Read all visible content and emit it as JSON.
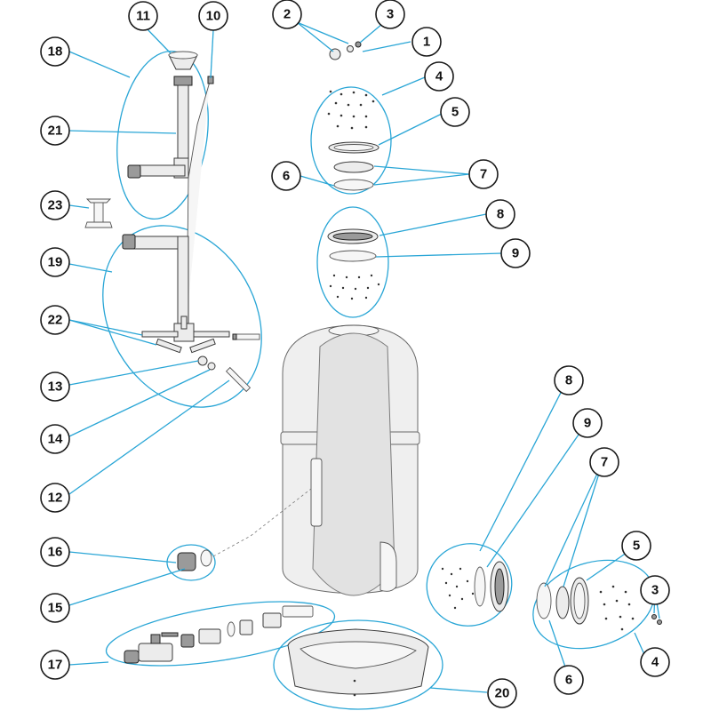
{
  "callouts": [
    "1",
    "2",
    "3",
    "4",
    "5",
    "6",
    "7",
    "8",
    "9",
    "10",
    "11",
    "12",
    "13",
    "14",
    "15",
    "16",
    "17",
    "18",
    "19",
    "20",
    "21",
    "22",
    "23"
  ],
  "colors": {
    "leader": "#2aa6d6",
    "outline": "#3a3a3a",
    "fill": "#ececec"
  }
}
